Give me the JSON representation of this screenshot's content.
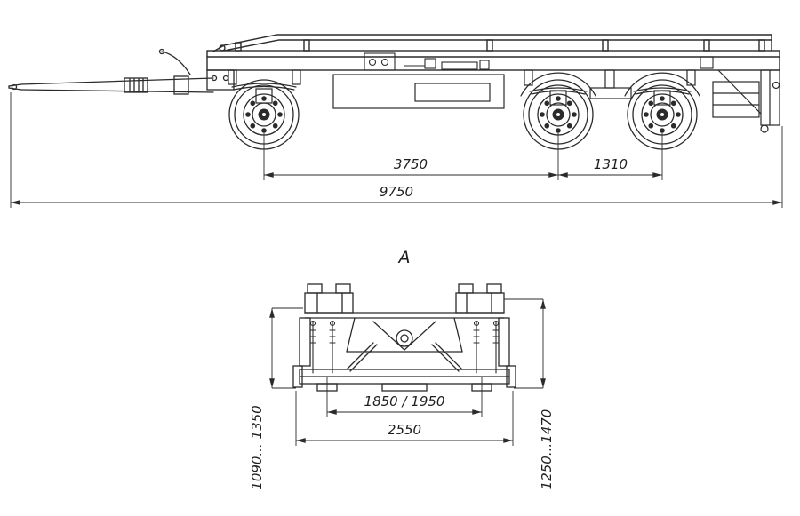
{
  "colors": {
    "line": "#2b2b2b",
    "background": "#ffffff"
  },
  "side_view": {
    "dimensions": {
      "axle1_to_axle2": "3750",
      "axle2_to_axle3": "1310",
      "overall_length": "9750"
    }
  },
  "rear_view": {
    "label": "A",
    "dimensions": {
      "track": "1850 / 1950",
      "overall_width": "2550",
      "height_left": "1090... 1350",
      "height_right": "1250...1470"
    }
  }
}
